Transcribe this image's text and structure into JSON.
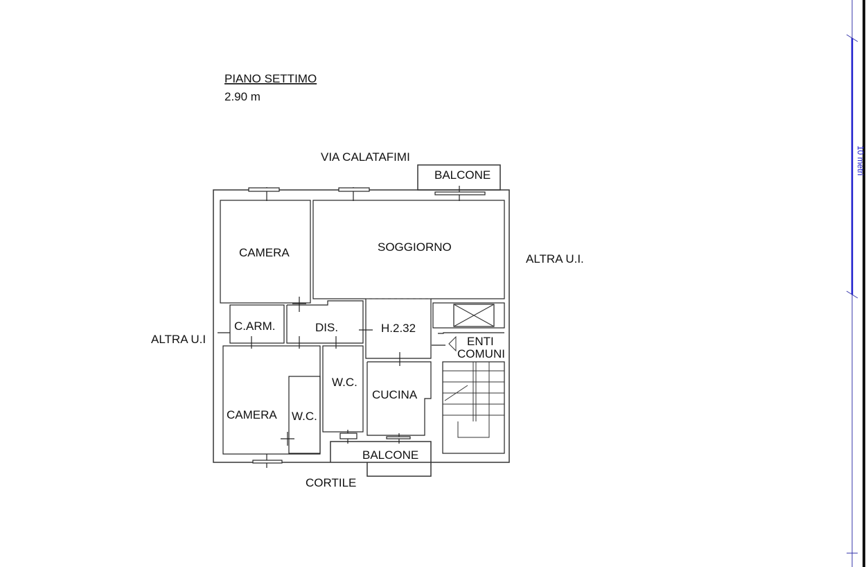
{
  "header": {
    "title": "PIANO SETTIMO",
    "height": "2.90 m"
  },
  "labels": {
    "street": "VIA CALATAFIMI",
    "balcony_top": "BALCONE",
    "camera_1": "CAMERA",
    "soggiorno": "SOGGIORNO",
    "altra_ui_right": "ALTRA U.I.",
    "altra_ui_left": "ALTRA U.I",
    "c_arm": "C.ARM.",
    "dis": "DIS.",
    "h_232": "H.2.32",
    "enti": "ENTI",
    "comuni": "COMUNI",
    "wc_1": "W.C.",
    "cucina": "CUCINA",
    "camera_2": "CAMERA",
    "wc_2": "W.C.",
    "balcony_bottom": "BALCONE",
    "cortile": "CORTILE"
  },
  "scale": {
    "label": "10 metri",
    "color": "#1a1acc"
  }
}
